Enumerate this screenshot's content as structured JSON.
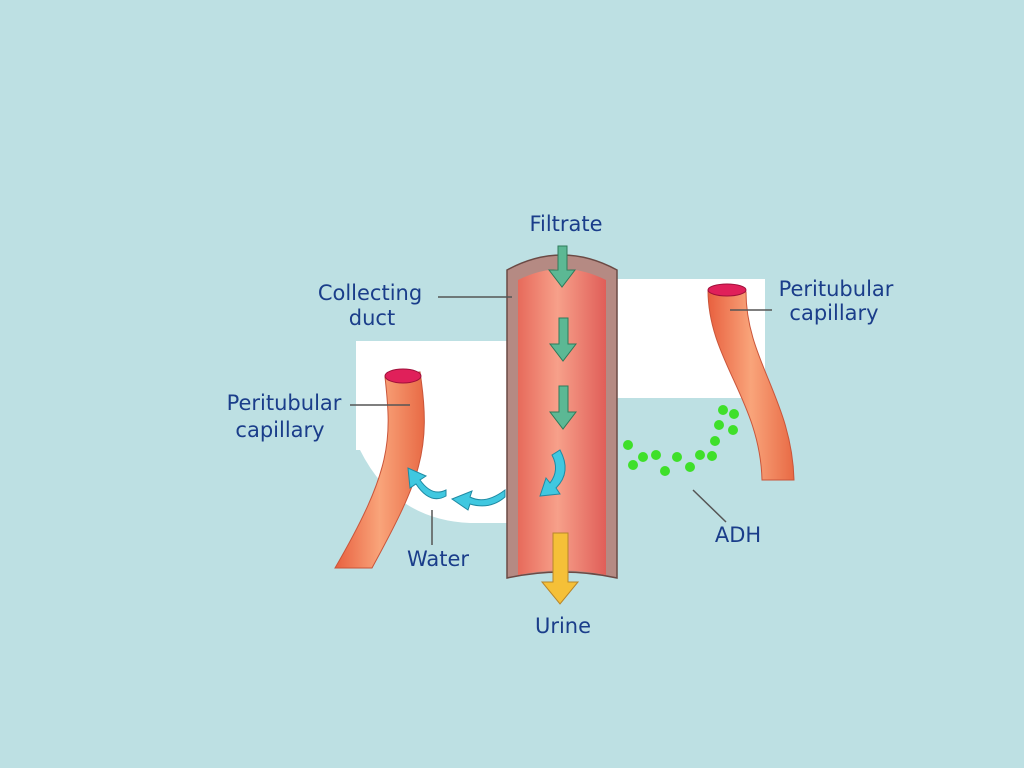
{
  "labels": {
    "filtrate": "Filtrate",
    "collecting_duct": [
      "Collecting",
      "duct"
    ],
    "peritubular_right": [
      "Peritubular",
      "capillary"
    ],
    "peritubular_left": [
      "Peritubular",
      "capillary"
    ],
    "water": "Water",
    "adh": "ADH",
    "urine": "Urine"
  },
  "colors": {
    "background": "#bde0e3",
    "white_region": "#ffffff",
    "duct_wall": "#b58a83",
    "duct_lumen": "#f0806e",
    "capillary": "#f08a5a",
    "capillary_opening": "#e0205a",
    "filtrate_arrows": "#5cb894",
    "water_arrows": "#40c8e0",
    "urine_arrow": "#f5c038",
    "adh_dots": "#3fe02a",
    "label_text": "#1a3d8a",
    "leader_lines": "#555555"
  }
}
